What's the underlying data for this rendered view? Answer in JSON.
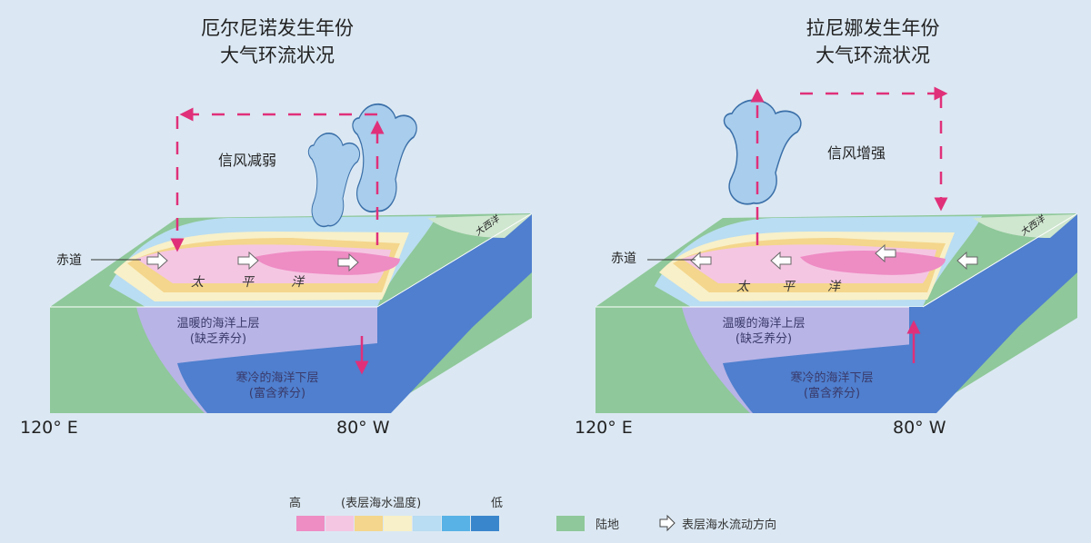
{
  "left": {
    "title_line1": "厄尔尼诺发生年份",
    "title_line2": "大气环流状况",
    "wind": "信风减弱",
    "equator": "赤道",
    "ocean": [
      "太",
      "平",
      "洋"
    ],
    "atlantic": "大西洋",
    "upper_layer": "温暖的海洋上层",
    "upper_note": "(缺乏养分)",
    "lower_layer": "寒冷的海洋下层",
    "lower_note": "(富含养分)",
    "lon_west": "120° E",
    "lon_east": "80° W"
  },
  "right": {
    "title_line1": "拉尼娜发生年份",
    "title_line2": "大气环流状况",
    "wind": "信风增强",
    "equator": "赤道",
    "ocean": [
      "太",
      "平",
      "洋"
    ],
    "atlantic": "大西洋",
    "upper_layer": "温暖的海洋上层",
    "upper_note": "(缺乏养分)",
    "lower_layer": "寒冷的海洋下层",
    "lower_note": "(富含养分)",
    "lon_west": "120° E",
    "lon_east": "80° W"
  },
  "legend": {
    "high": "高",
    "caption": "(表层海水温度)",
    "low": "低",
    "temp_colors": [
      "#ee8cc4",
      "#f5c6e2",
      "#f4d68c",
      "#f8f0c8",
      "#b9ddf2",
      "#58b2e6",
      "#3a86cc"
    ],
    "land_color": "#8fc89a",
    "land": "陆地",
    "flow_arrow_icon": "hollow-right-arrow",
    "flow": "表层海水流动方向"
  }
}
